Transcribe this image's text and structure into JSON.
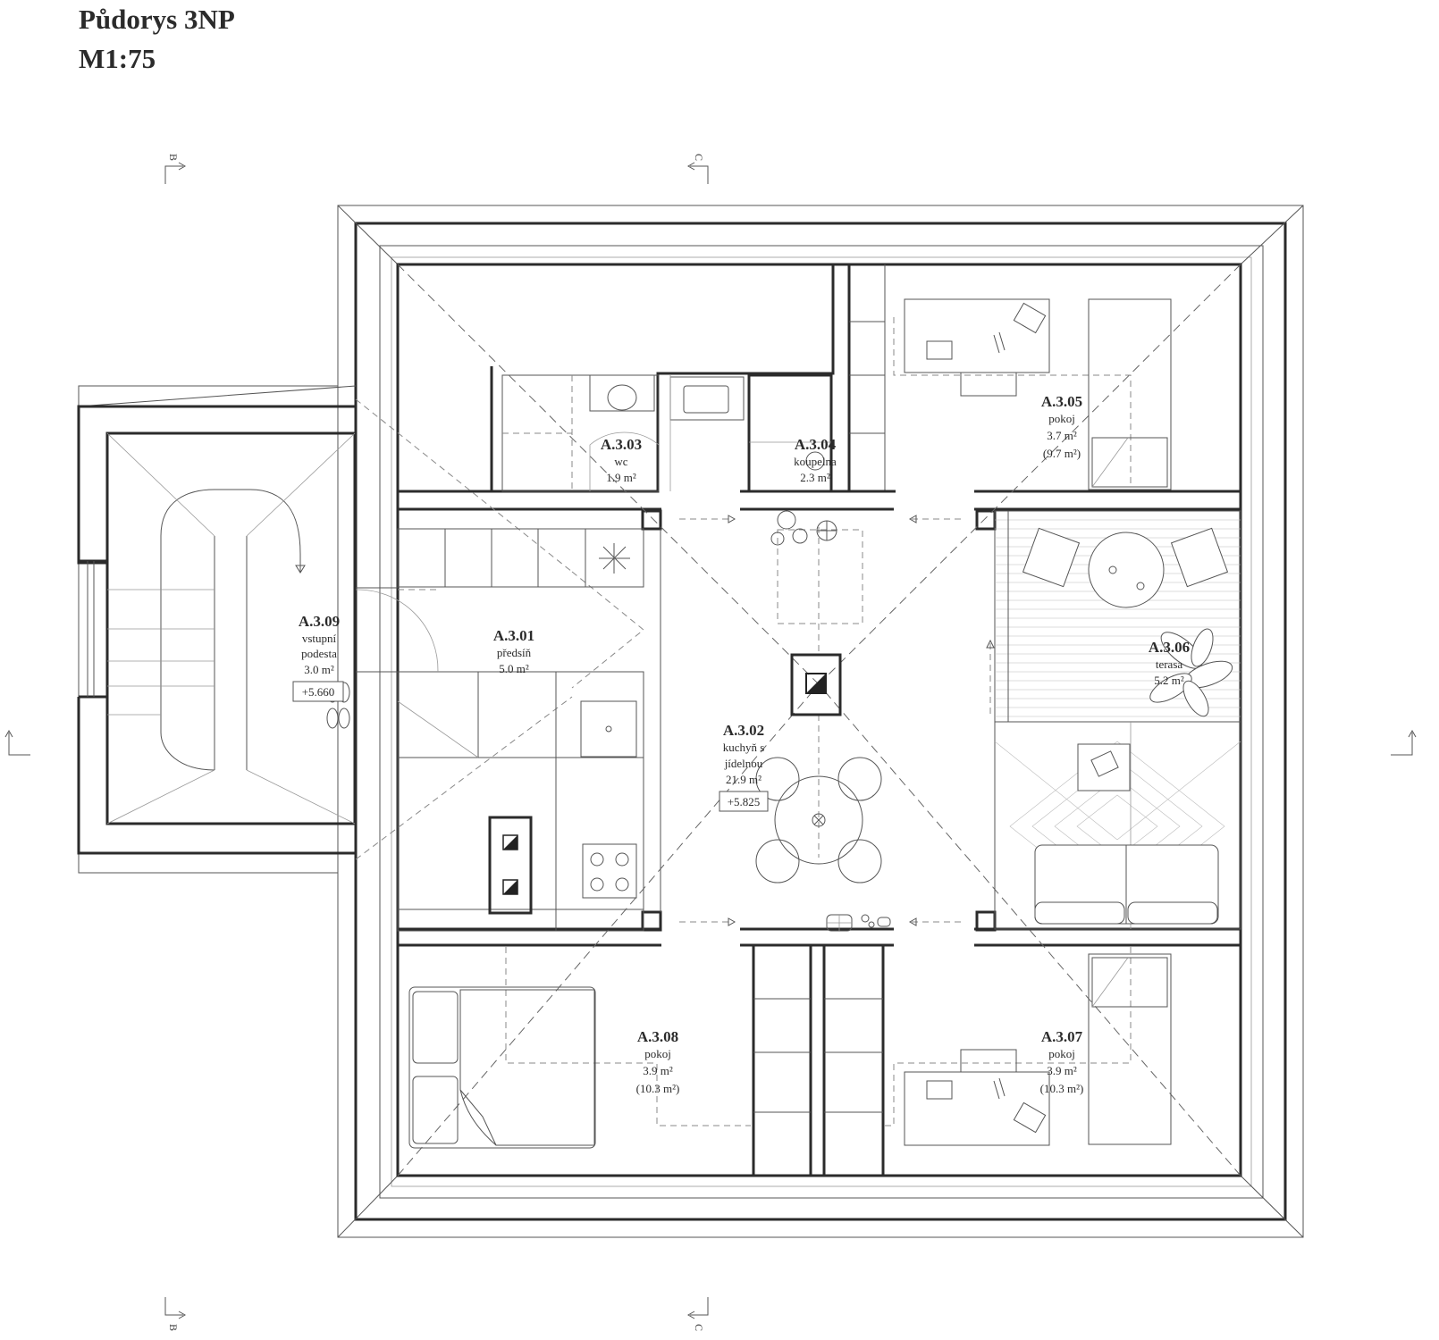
{
  "header": {
    "title": "Půdorys 3NP",
    "scale": "M1:75"
  },
  "section_markers": {
    "b": "B",
    "c": "C"
  },
  "rooms": [
    {
      "id": "A.3.01",
      "name": "předsíň",
      "area": "5.0 m²"
    },
    {
      "id": "A.3.02",
      "name_line1": "kuchyň s",
      "name_line2": "jídelnou",
      "area": "21.9 m²",
      "level": "+5.825"
    },
    {
      "id": "A.3.03",
      "name": "wc",
      "area": "1.9 m²"
    },
    {
      "id": "A.3.04",
      "name": "koupelna",
      "area": "2.3 m²"
    },
    {
      "id": "A.3.05",
      "name": "pokoj",
      "area": "3.7 m²",
      "area_total": "(9.7 m²)"
    },
    {
      "id": "A.3.06",
      "name": "terasa",
      "area": "5.2 m²"
    },
    {
      "id": "A.3.07",
      "name": "pokoj",
      "area": "3.9 m²",
      "area_total": "(10.3 m²)"
    },
    {
      "id": "A.3.08",
      "name": "pokoj",
      "area": "3.9 m²",
      "area_total": "(10.3 m²)"
    },
    {
      "id": "A.3.09",
      "name_line1": "vstupní",
      "name_line2": "podesta",
      "area": "3.0 m²",
      "level": "+5.660"
    }
  ]
}
